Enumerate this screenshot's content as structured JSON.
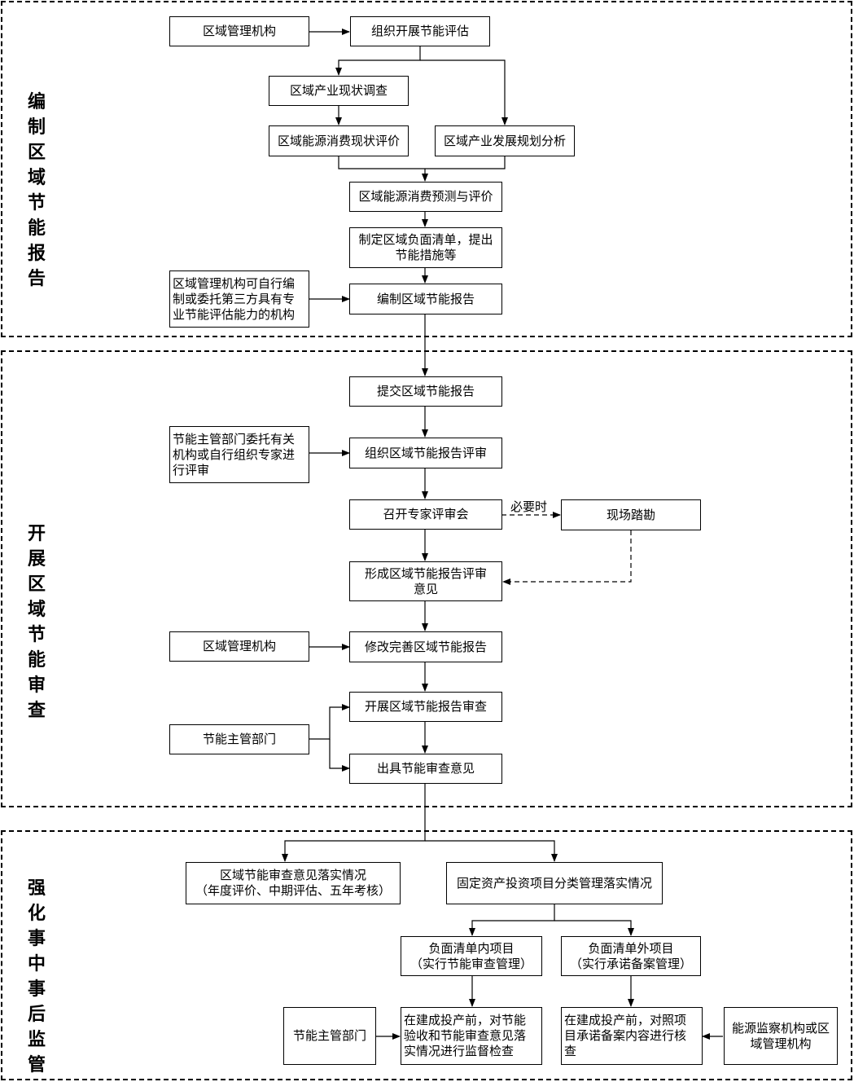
{
  "sections": {
    "s1": "编制区域节能报告",
    "s2": "开展区域节能审查",
    "s3": "强化事中事后监管"
  },
  "nodes": {
    "org1": "区域管理机构",
    "assess": "组织开展节能评估",
    "survey": "区域产业现状调查",
    "energy_eval": "区域能源消费现状评价",
    "plan": "区域产业发展规划分析",
    "forecast": "区域能源消费预测与评价",
    "negative_list": "制定区域负面清单，提出\n节能措施等",
    "compile_note": "区域管理机构可自行编\n制或委托第三方具有专\n业节能评估能力的机构",
    "compile": "编制区域节能报告",
    "submit": "提交区域节能报告",
    "review_note": "节能主管部门委托有关\n机构或自行组织专家进\n行评审",
    "org_review": "组织区域节能报告评审",
    "expert_meeting": "召开专家评审会",
    "site_visit": "现场踏勘",
    "review_opinion": "形成区域节能报告评审\n意见",
    "org2": "区域管理机构",
    "revise": "修改完善区域节能报告",
    "dept1": "节能主管部门",
    "examine": "开展区域节能报告审查",
    "issue": "出具节能审查意见",
    "implement": "区域节能审查意见落实情况\n（年度评价、中期评估、五年考核）",
    "fixed_asset": "固定资产投资项目分类管理落实情况",
    "in_list": "负面清单内项目\n（实行节能审查管理）",
    "out_list": "负面清单外项目\n（实行承诺备案管理）",
    "dept2": "节能主管部门",
    "check_in": "在建成投产前，对节能\n验收和节能审查意见落\n实情况进行监督检查",
    "check_out": "在建成投产前，对照项\n目承诺备案内容进行核\n查",
    "monitor": "能源监察机构或区\n域管理机构"
  },
  "labels": {
    "when_needed": "必要时"
  }
}
